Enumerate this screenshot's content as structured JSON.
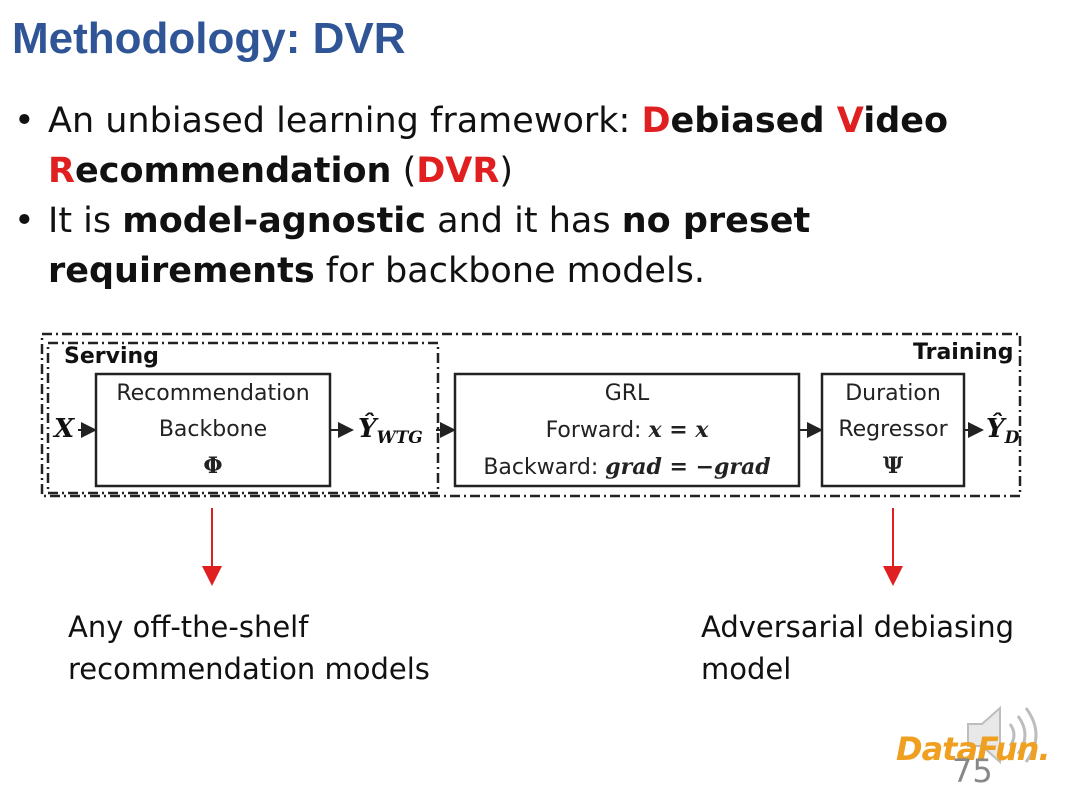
{
  "title": "Methodology: DVR",
  "bullets": [
    {
      "text_1": "An unbiased learning framework: ",
      "d": "D",
      "ebiased": "ebiased ",
      "v": "V",
      "ideo": "ideo",
      "r": "R",
      "ecommendation": "ecommendation",
      "paren_open": " (",
      "acronym": "DVR",
      "paren_close": ")"
    },
    {
      "text_1": "It is ",
      "bold_1": "model-agnostic",
      "text_2": " and it has ",
      "bold_2": "no preset requirements",
      "text_3": " for backbone models."
    }
  ],
  "diagram": {
    "serving_label": "Serving",
    "training_label": "Training",
    "input": "X",
    "backbone": {
      "line1": "Recommendation",
      "line2": "Backbone",
      "symbol": "Φ"
    },
    "wtg_output": {
      "main": "Ŷ",
      "sub": "WTG"
    },
    "grl": {
      "title": "GRL",
      "forward_label": "Forward:",
      "forward_expr": "x = x",
      "backward_label": "Backward:",
      "backward_expr": "grad = −grad"
    },
    "regressor": {
      "line1": "Duration",
      "line2": "Regressor",
      "symbol": "Ψ"
    },
    "duration_output": {
      "main": "Ŷ",
      "sub": "D"
    }
  },
  "captions": {
    "left": [
      "Any off-the-shelf",
      "recommendation models"
    ],
    "right": [
      "Adversarial debiasing",
      "model"
    ]
  },
  "logo_text": "DataFun.",
  "page_number": "75",
  "colors": {
    "title": "#2f5597",
    "accent": "#e02020",
    "arrow": "#e02020",
    "logo": "#f0a020"
  },
  "icons": {
    "audio": "speaker-icon"
  }
}
